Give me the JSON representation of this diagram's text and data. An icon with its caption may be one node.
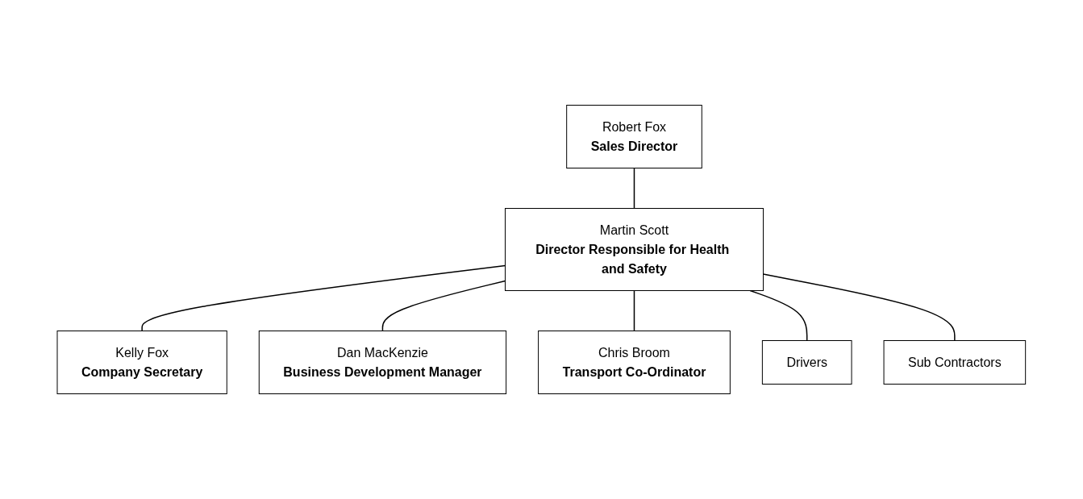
{
  "diagram": {
    "nodes": [
      {
        "text": [
          "Robert Fox",
          "Sales Director"
        ]
      },
      {
        "text": [
          "Martin Scott",
          "Director Responsible for Health and Safety"
        ]
      },
      {
        "text": [
          "Kelly Fox",
          "Company Secretary"
        ]
      },
      {
        "text": [
          "Dan MacKenzie",
          "Business Development Manager"
        ]
      },
      {
        "text": [
          "Chris Broom",
          "Transport Co-Ordinator"
        ]
      },
      {
        "text": [
          "Drivers"
        ]
      },
      {
        "text": [
          "Sub Contractors"
        ]
      }
    ],
    "edges": [
      {
        "from": 0,
        "to": 1,
        "arrow": "none"
      },
      {
        "from": 1,
        "to": 2,
        "arrow": "none"
      },
      {
        "from": 1,
        "to": 3,
        "arrow": "none"
      },
      {
        "from": 1,
        "to": 4,
        "arrow": "none"
      },
      {
        "from": 1,
        "to": 5,
        "arrow": "none"
      },
      {
        "from": 1,
        "to": 6,
        "arrow": "none"
      }
    ]
  }
}
